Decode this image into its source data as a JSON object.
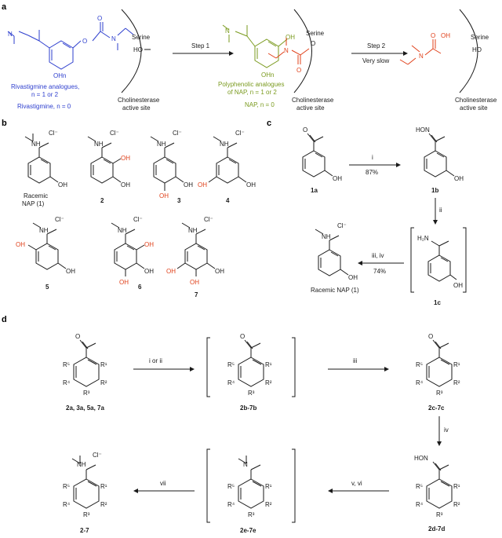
{
  "panels": {
    "a": "a",
    "b": "b",
    "c": "c",
    "d": "d"
  },
  "a": {
    "rivastigmine_label": "Rivastigmine analogues,",
    "rivastigmine_n": "n = 1 or 2",
    "rivastigmine_n0": "Rivastigmine, n = 0",
    "serine": "Serine",
    "ho": "HO",
    "active_site_line1": "Cholinesterase",
    "active_site_line2": "active site",
    "step1": "Step 1",
    "step2": "Step 2",
    "very_slow": "Very slow",
    "polyphenolic_line1": "Polyphenolic analogues",
    "polyphenolic_line2": "of NAP, n = 1 or 2",
    "nap_n0": "NAP, n = 0",
    "oh": "OH",
    "oh_n": "OHn",
    "o": "O",
    "oh_red": "OH"
  },
  "b": {
    "cl": "Cl⁻",
    "nh": "NH",
    "racemic": "Racemic",
    "nap1": "NAP (1)",
    "compounds": [
      "2",
      "3",
      "4",
      "5",
      "6",
      "7"
    ]
  },
  "c": {
    "c1a": "1a",
    "c1b": "1b",
    "c1c": "1c",
    "step_i": "i",
    "yield_i": "87%",
    "step_ii": "ii",
    "step_iii_iv": "iii, iv",
    "yield_iii_iv": "74%",
    "racemic_nap": "Racemic NAP (1)",
    "hon": "HON",
    "h2n": "H₂N"
  },
  "d": {
    "start": "2a, 3a, 5a, 7a",
    "inter_b": "2b-7b",
    "inter_c": "2c-7c",
    "inter_d": "2d-7d",
    "inter_e": "2e-7e",
    "final": "2-7",
    "step_i_ii": "i or ii",
    "step_iii": "iii",
    "step_iv": "iv",
    "step_v_vi": "v, vi",
    "step_vii": "vii",
    "r1": "R¹",
    "r2": "R²",
    "r3": "R³",
    "r4": "R⁴",
    "r5": "R⁵"
  }
}
